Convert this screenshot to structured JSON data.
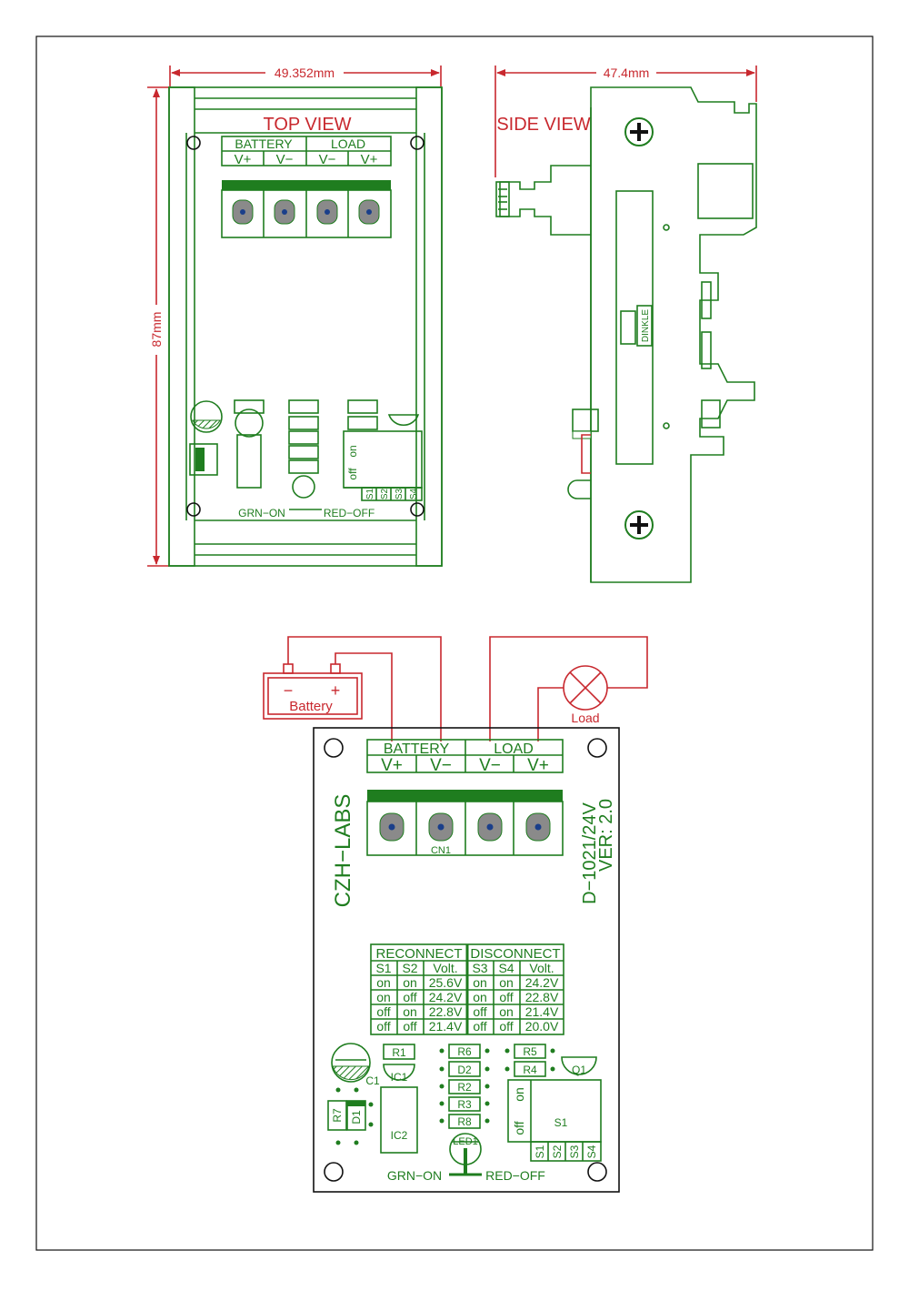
{
  "dimensions": {
    "width": "49.352mm",
    "height": "87mm",
    "side_width": "47.4mm"
  },
  "views": {
    "top": "TOP VIEW",
    "side": "SIDE VIEW"
  },
  "terminals": {
    "battery": "BATTERY",
    "load": "LOAD",
    "pins": [
      "V+",
      "V−",
      "V−",
      "V+"
    ]
  },
  "led_labels": {
    "on": "GRN−ON",
    "off": "RED−OFF"
  },
  "switch_labels": {
    "on": "on",
    "off": "off",
    "pins": [
      "S1",
      "S2",
      "S3",
      "S4"
    ]
  },
  "din_label": "DINKLE",
  "wiring": {
    "battery": "Battery",
    "battery_minus": "−",
    "battery_plus": "+",
    "load": "Load"
  },
  "board": {
    "brand": "CZH−LABS",
    "model": "D−1021/24V",
    "version": "VER: 2.0",
    "connector": "CN1",
    "table": {
      "reconnect": "RECONNECT",
      "disconnect": "DISCONNECT",
      "headers": [
        "S1",
        "S2",
        "Volt.",
        "S3",
        "S4",
        "Volt."
      ],
      "rows": [
        [
          "on",
          "on",
          "25.6V",
          "on",
          "on",
          "24.2V"
        ],
        [
          "on",
          "off",
          "24.2V",
          "on",
          "off",
          "22.8V"
        ],
        [
          "off",
          "on",
          "22.8V",
          "off",
          "on",
          "21.4V"
        ],
        [
          "off",
          "off",
          "21.4V",
          "off",
          "off",
          "20.0V"
        ]
      ]
    },
    "components": {
      "r1": "R1",
      "r2": "R2",
      "r3": "R3",
      "r4": "R4",
      "r5": "R5",
      "r6": "R6",
      "r7": "R7",
      "r8": "R8",
      "d1": "D1",
      "d2": "D2",
      "c1": "C1",
      "ic1": "IC1",
      "ic2": "IC2",
      "q1": "Q1",
      "led1": "LED1",
      "s1": "S1"
    }
  },
  "colors": {
    "pcb": "#1f7d1f",
    "dimension": "#c8282e",
    "frame": "#111111"
  }
}
